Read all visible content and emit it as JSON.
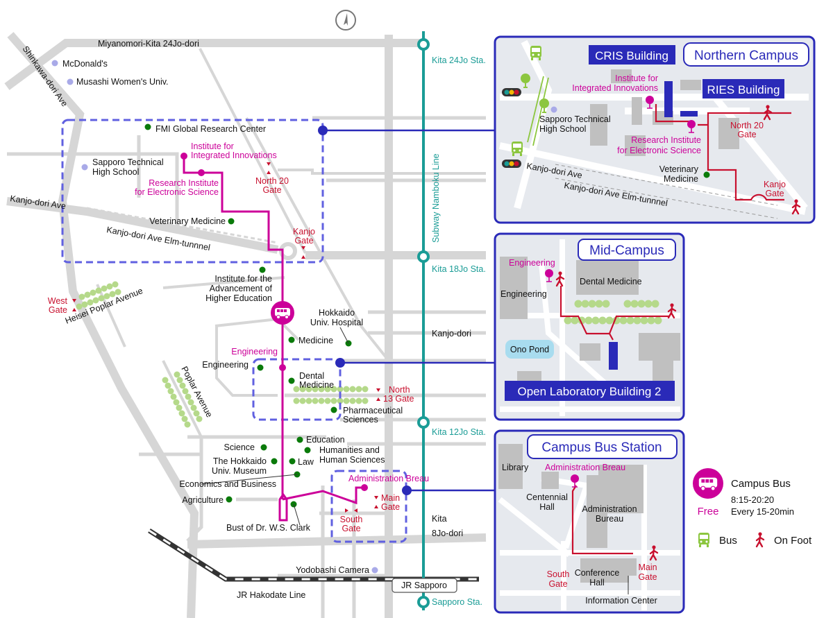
{
  "colors": {
    "road": "#d6d6d6",
    "subway": "#1a9c96",
    "bus_route": "#cc0099",
    "campus_outline": "#6060e0",
    "connector": "#2a2ab8",
    "gate": "#c8102e",
    "faculty_dot": "#0a7a0a",
    "landmark_dot": "#a9aae8",
    "tree": "#b5d98a",
    "panel_bg": "#e6e9ee",
    "walk": "#c8102e",
    "bus_green": "#8cc63f"
  },
  "compass": {
    "icon": "north-arrow-icon"
  },
  "roads": {
    "top": "Miyanomori-Kita 24Jo-dori",
    "shinkawa": "Shinkawa-dori Ave",
    "kanjo_ave": "Kanjo-dori Ave",
    "kanjo_tunnel": "Kanjo-dori Ave Elm-tunnnel",
    "heisei": "Heisei Poplar Avenue",
    "poplar": "Poplar Avenue",
    "kanjo_dori": "Kanjo-dori",
    "kita8_line1": "Kita",
    "kita8_line2": "8Jo-dori",
    "jr_line": "JR Hakodate Line"
  },
  "subway": {
    "name": "Subway Namboku Line",
    "stations": [
      "Kita 24Jo Sta.",
      "Kita 18Jo Sta.",
      "Kita 12Jo Sta.",
      "Sapporo Sta."
    ]
  },
  "jr_station": "JR Sapporo",
  "landmarks": {
    "mcdonalds": "McDonald's",
    "musashi": "Musashi Women's Univ.",
    "sapporo_tech_1": "Sapporo Technical",
    "sapporo_tech_2": "High School",
    "yodobashi": "Yodobashi Camera"
  },
  "faculties": {
    "fmi": "FMI Global Research Center",
    "vet": "Veterinary Medicine",
    "iahe_1": "Institute for the",
    "iahe_2": "Advancement of",
    "iahe_3": "Higher Education",
    "hosp_1": "Hokkaido",
    "hosp_2": "Univ. Hospital",
    "medicine": "Medicine",
    "engineering": "Engineering",
    "dental_1": "Dental",
    "dental_2": "Medicine",
    "pharm_1": "Pharmaceutical",
    "pharm_2": "Sciences",
    "science": "Science",
    "education": "Education",
    "hum_1": "Humanities and",
    "hum_2": "Human Sciences",
    "museum_1": "The Hokkaido",
    "museum_2": "Univ. Museum",
    "law": "Law",
    "econ": "Economics and Business",
    "agri": "Agriculture",
    "clark": "Bust of Dr. W.S. Clark"
  },
  "bus_stops": {
    "iii_1": "Institute for",
    "iii_2": "Integrated Innovations",
    "ries_1": "Research Institute",
    "ries_2": "for Electronic Science",
    "eng": "Engineering",
    "admin": "Administration Breau"
  },
  "gates": {
    "north20_1": "North 20",
    "north20_2": "Gate",
    "kanjo_1": "Kanjo",
    "kanjo_2": "Gate",
    "west_1": "West",
    "west_2": "Gate",
    "north13_1": "North",
    "north13_2": "13 Gate",
    "main_1": "Main",
    "main_2": "Gate",
    "south_1": "South",
    "south_2": "Gate"
  },
  "panels": {
    "northern": {
      "title": "Northern Campus",
      "cris": "CRIS Building",
      "ries": "RIES Building",
      "iii_1": "Institute for",
      "iii_2": "Integrated Innovations",
      "ries_1": "Research Institute",
      "ries_2": "for Electronic Science",
      "tech_1": "Sapporo Technical",
      "tech_2": "High School",
      "vet_1": "Veterinary",
      "vet_2": "Medicine",
      "north20_1": "North 20",
      "north20_2": "Gate",
      "kanjo_1": "Kanjo",
      "kanjo_2": "Gate",
      "road1": "Kanjo-dori Ave",
      "road2": "Kanjo-dori Ave Elm-tunnnel"
    },
    "mid": {
      "title": "Mid-Campus",
      "eng_stop": "Engineering",
      "eng": "Engineering",
      "dental": "Dental Medicine",
      "pond": "Ono Pond",
      "olb": "Open Laboratory Building 2"
    },
    "bus_station": {
      "title": "Campus Bus Station",
      "library": "Library",
      "admin_stop": "Administration Breau",
      "centennial_1": "Centennial",
      "centennial_2": "Hall",
      "admin_1": "Administration",
      "admin_2": "Bureau",
      "conf_1": "Conference",
      "conf_2": "Hall",
      "south_1": "South",
      "south_2": "Gate",
      "main_1": "Main",
      "main_2": "Gate",
      "info": "Information Center"
    }
  },
  "legend": {
    "campus_bus": "Campus Bus",
    "hours": "8:15-20:20",
    "frequency": "Every 15-20min",
    "free": "Free",
    "bus": "Bus",
    "on_foot": "On Foot"
  }
}
